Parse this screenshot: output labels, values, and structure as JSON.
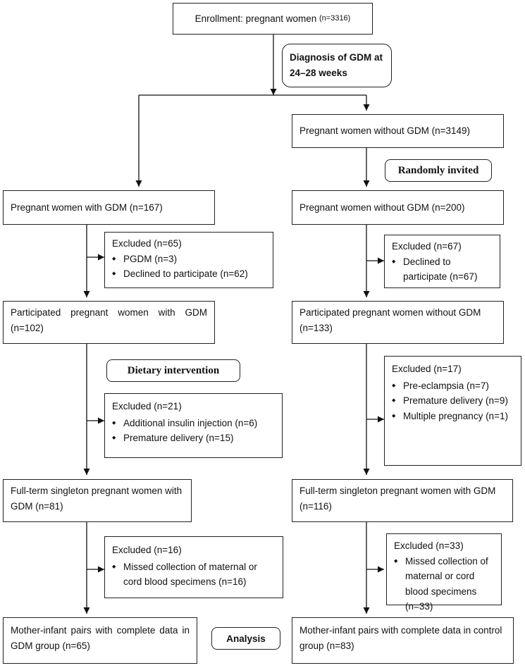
{
  "enrollment": {
    "label": "Enrollment: pregnant women ",
    "n": "(n=3316)"
  },
  "diagnosis": "Diagnosis of GDM at 24–28 weeks",
  "no_gdm_all": "Pregnant women without GDM (n=3149)",
  "randomly_invited": "Randomly invited",
  "gdm": "Pregnant women with GDM (n=167)",
  "no_gdm_invited": "Pregnant women without GDM (n=200)",
  "excl_gdm_1": {
    "title": "Excluded (n=65)",
    "items": [
      "PGDM (n=3)",
      "Declined to participate (n=62)"
    ]
  },
  "excl_ctrl_1": {
    "title": "Excluded (n=67)",
    "items": [
      "Declined to participate (n=67)"
    ]
  },
  "part_gdm": "Participated pregnant women with GDM (n=102)",
  "part_ctrl": "Participated pregnant women without GDM (n=133)",
  "dietary": "Dietary intervention",
  "excl_gdm_2": {
    "title": "Excluded (n=21)",
    "items": [
      "Additional insulin injection (n=6)",
      "Premature delivery (n=15)"
    ]
  },
  "excl_ctrl_2": {
    "title": "Excluded (n=17)",
    "items": [
      "Pre-eclampsia (n=7)",
      "Premature delivery (n=9)",
      "Multiple pregnancy (n=1)"
    ]
  },
  "full_gdm": "Full-term singleton pregnant women with GDM (n=81)",
  "full_ctrl": "Full-term singleton pregnant women with GDM (n=116)",
  "excl_gdm_3": {
    "title": "Excluded (n=16)",
    "items": [
      "Missed collection of maternal or cord blood specimens (n=16)"
    ]
  },
  "excl_ctrl_3": {
    "title": "Excluded (n=33)",
    "items": [
      "Missed collection of maternal or cord blood specimens (n=33)"
    ]
  },
  "pairs_gdm": "Mother-infant pairs with complete data in GDM group (n=65)",
  "analysis": "Analysis",
  "pairs_ctrl": "Mother-infant pairs with complete data in control group (n=83)"
}
